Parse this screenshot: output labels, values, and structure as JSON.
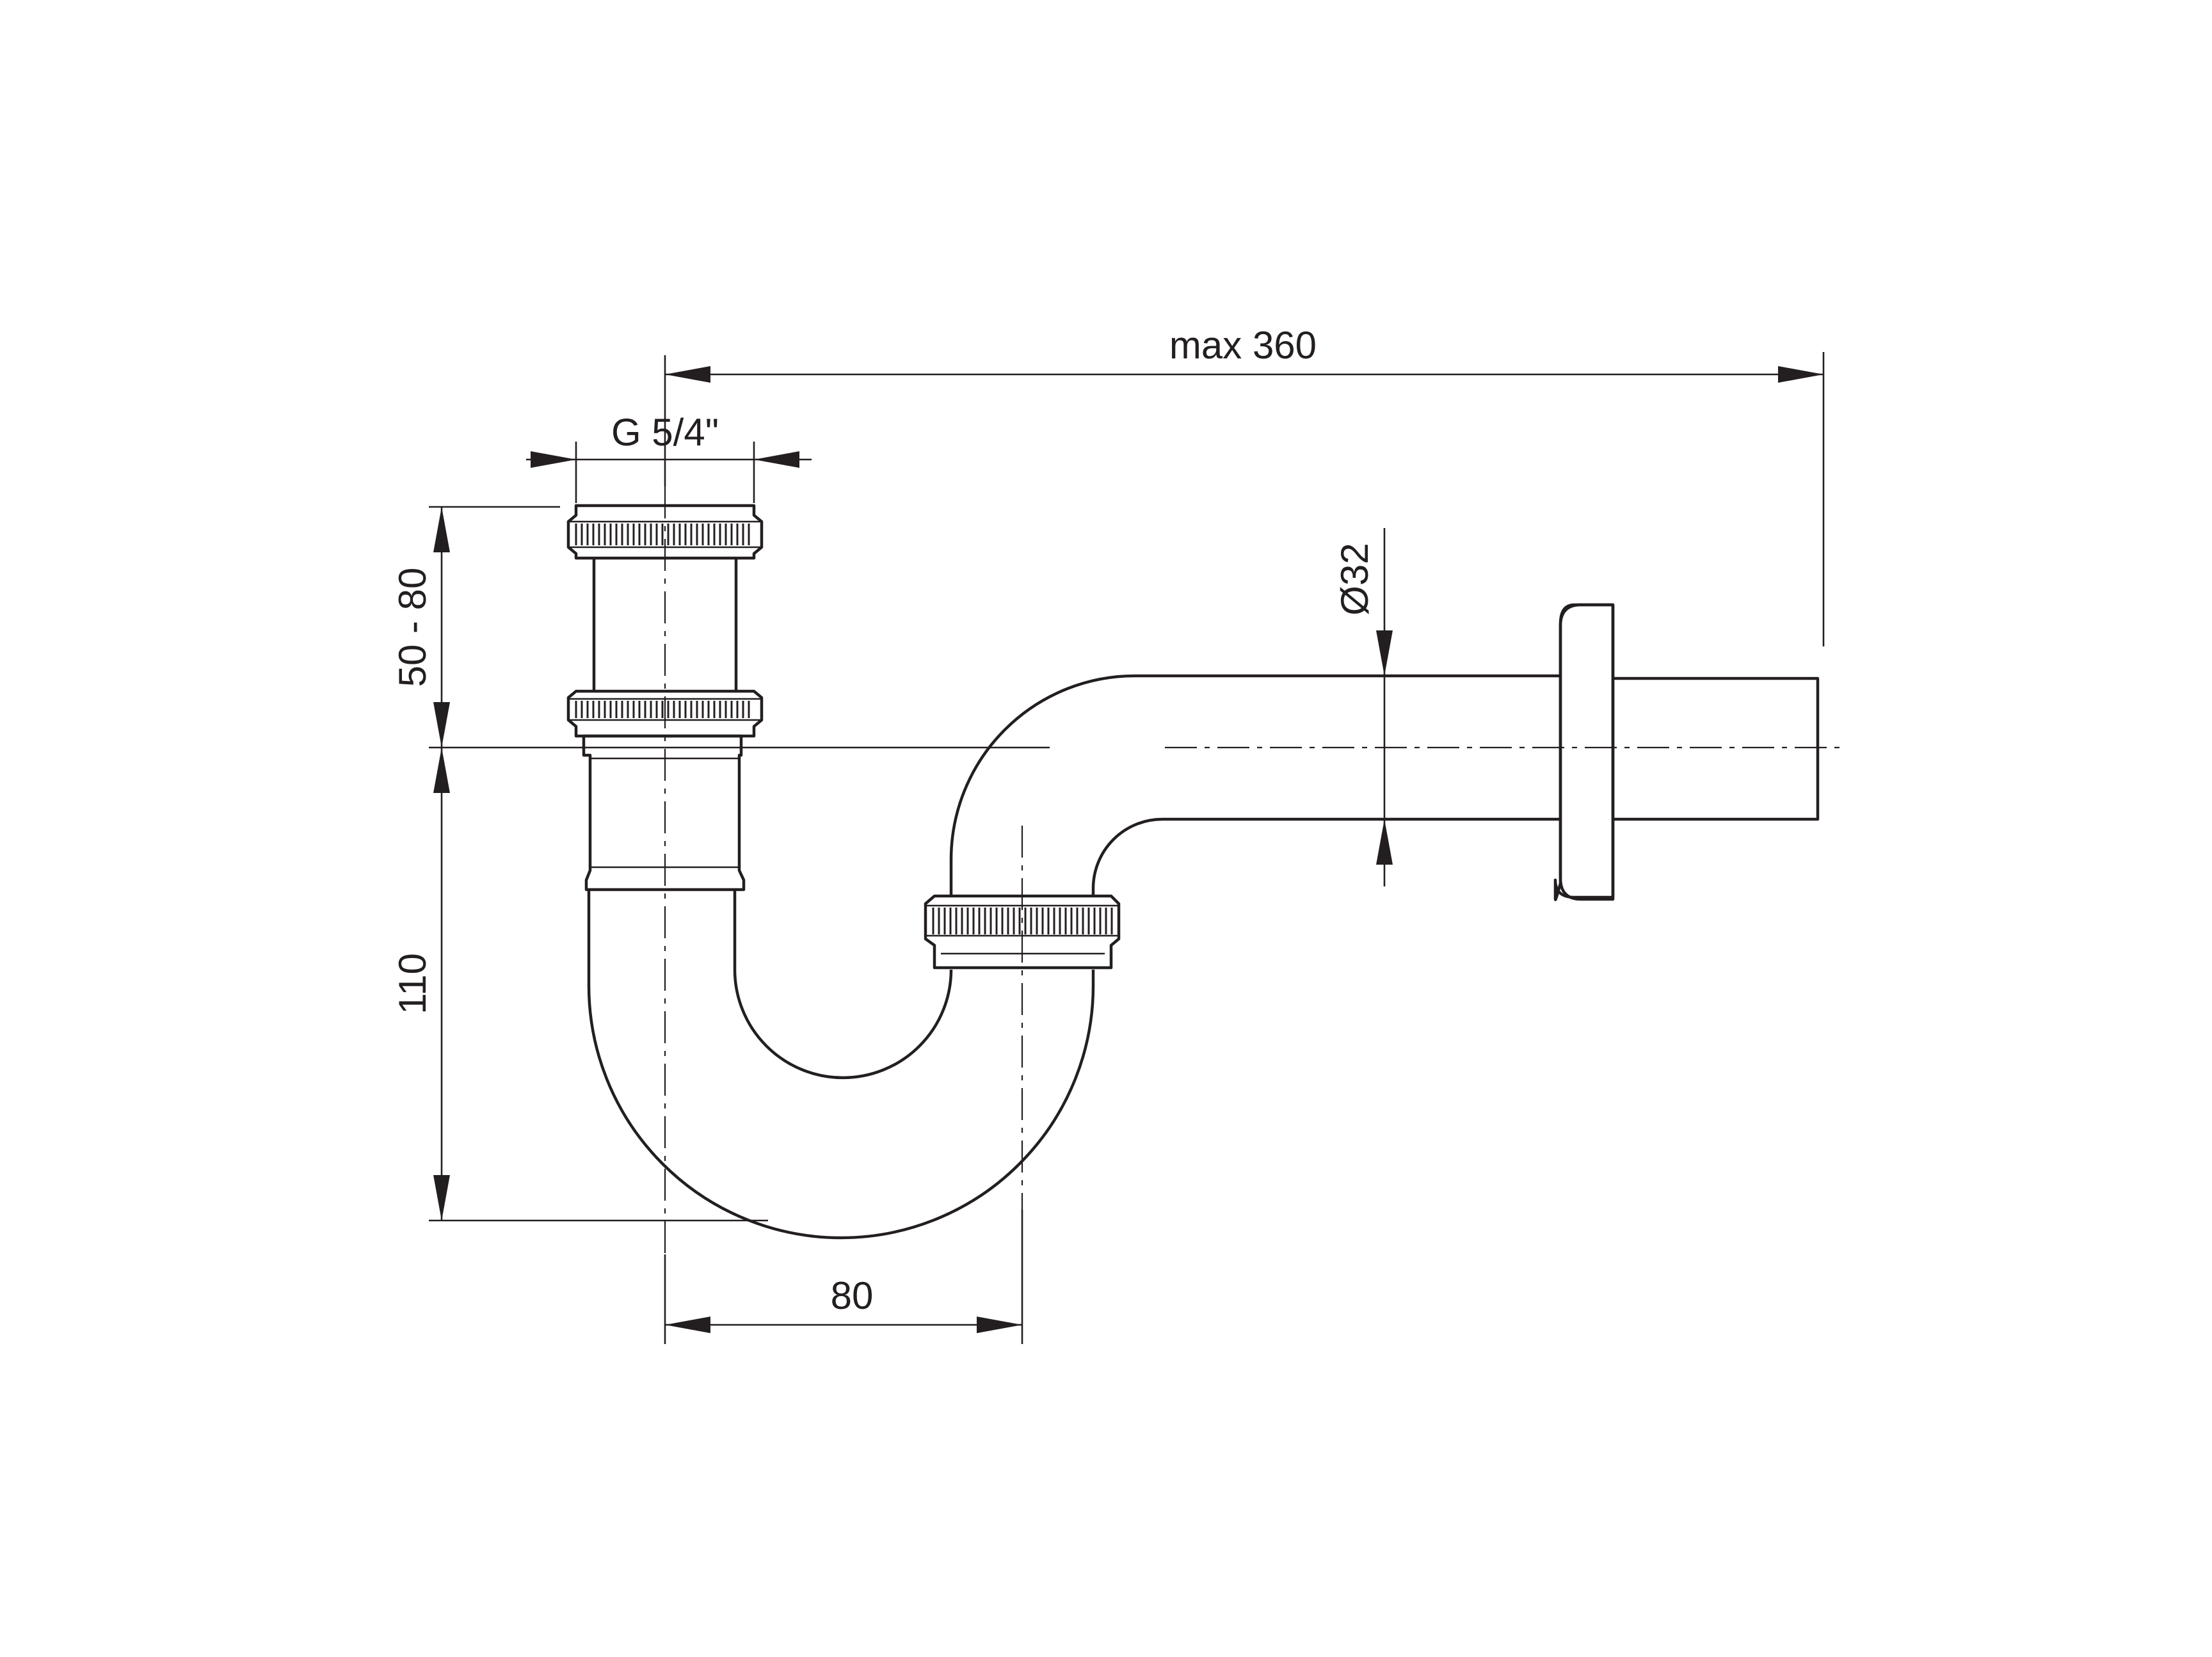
{
  "dimensions": {
    "overall_length": "max 360",
    "thread_size": "G 5/4\"",
    "adjustable_height": "50 - 80",
    "trap_height": "110",
    "trap_offset": "80",
    "pipe_diameter": "Ø32"
  },
  "colors": {
    "line": "#231f20",
    "background": "#ffffff"
  }
}
